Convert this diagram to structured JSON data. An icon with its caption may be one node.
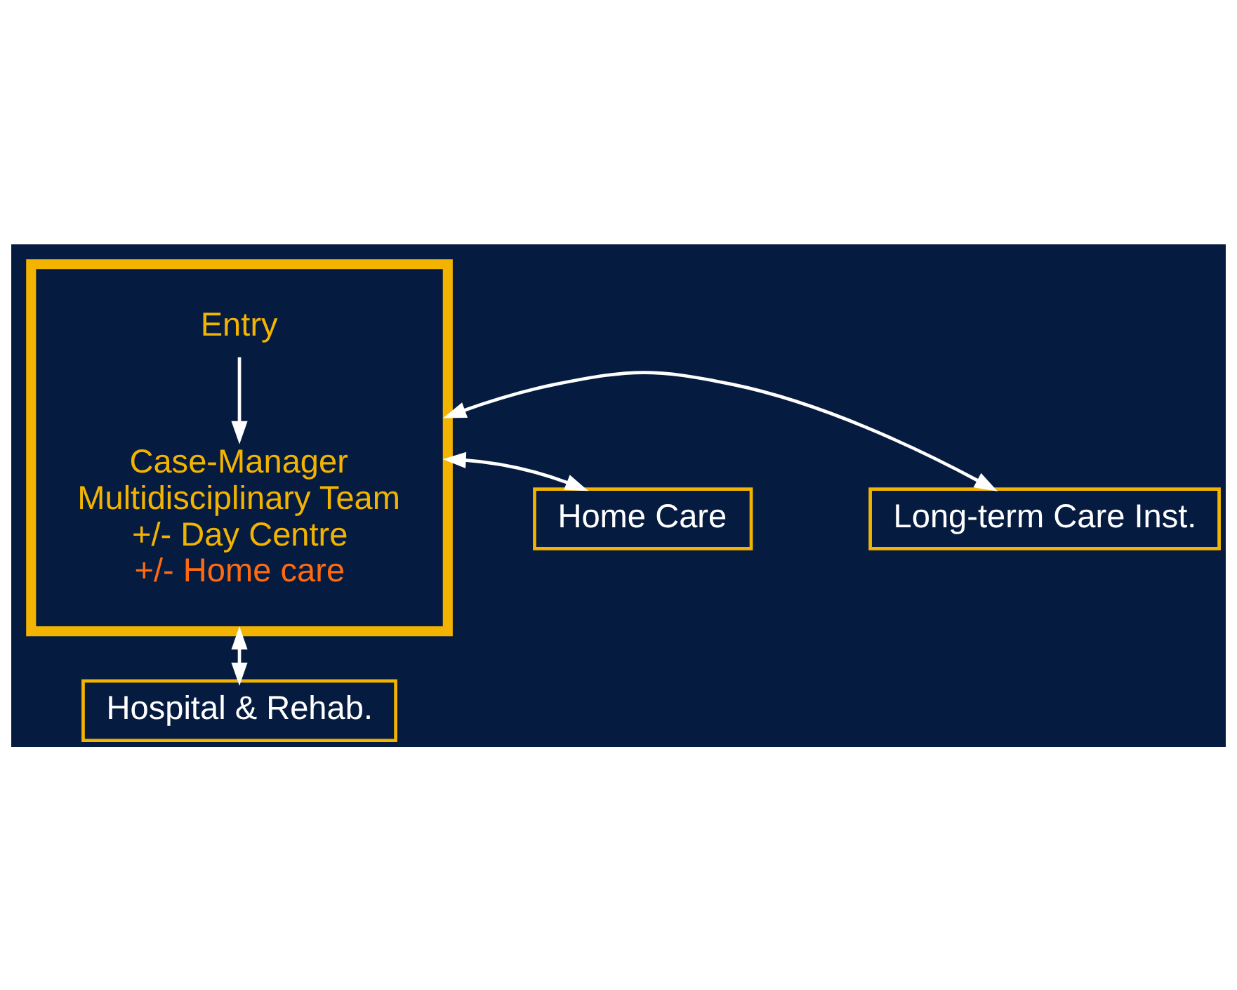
{
  "diagram": {
    "nodes": [
      {
        "text": [],
        "shape": "box"
      },
      {
        "text": [
          "Entry"
        ],
        "in": 0
      },
      {
        "text": [
          "Case-Manager Multidisciplinary Team +/- Day Centre",
          "+/- Home care"
        ],
        "in": 0
      },
      {
        "text": [
          "Home Care"
        ]
      },
      {
        "text": [
          "Long-term Care Inst."
        ]
      },
      {
        "text": [
          "Hospital & Rehab."
        ]
      }
    ],
    "edges": [
      {
        "from": 1,
        "to": 2,
        "arrow": "to"
      },
      {
        "from": 3,
        "to": 0,
        "arrow": "both"
      },
      {
        "from": 0,
        "to": 4,
        "arrow": "both"
      },
      {
        "from": 0,
        "to": 5,
        "arrow": "both"
      }
    ]
  }
}
